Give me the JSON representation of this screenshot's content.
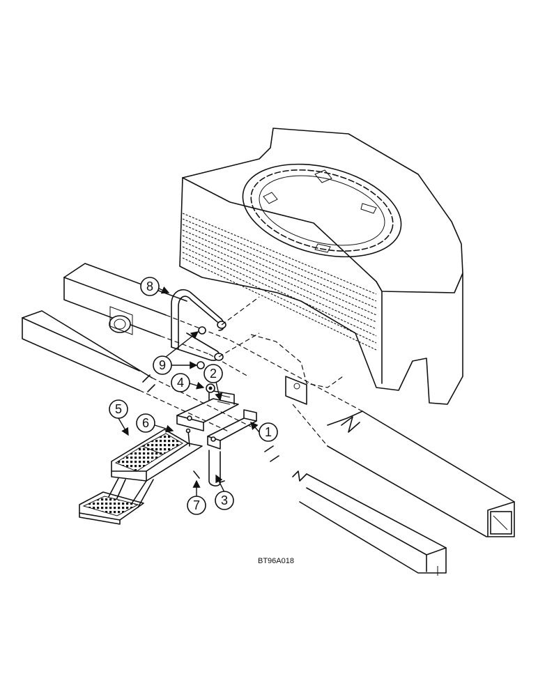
{
  "figure": {
    "reference_code": "BT96A018",
    "callouts": [
      {
        "key": "c1",
        "label": "1"
      },
      {
        "key": "c2",
        "label": "2"
      },
      {
        "key": "c3",
        "label": "3"
      },
      {
        "key": "c4",
        "label": "4"
      },
      {
        "key": "c5",
        "label": "5"
      },
      {
        "key": "c6",
        "label": "6"
      },
      {
        "key": "c7",
        "label": "7"
      },
      {
        "key": "c8",
        "label": "8"
      },
      {
        "key": "c9",
        "label": "9"
      }
    ]
  }
}
